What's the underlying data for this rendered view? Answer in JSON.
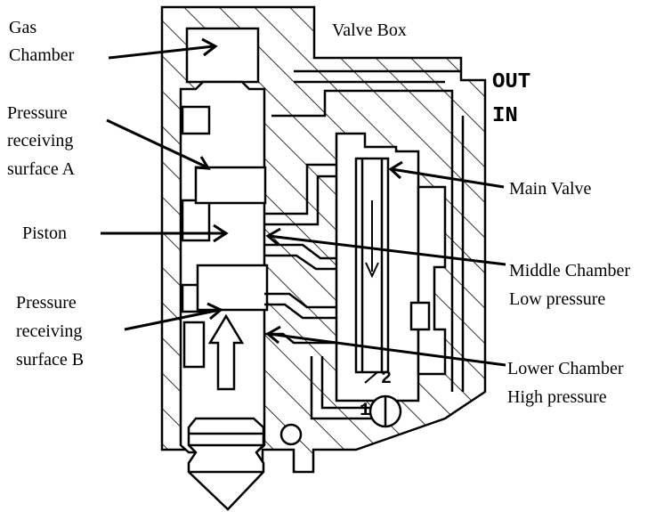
{
  "labels": {
    "gas_chamber_1": "Gas",
    "gas_chamber_2": "Chamber",
    "valve_box": "Valve Box",
    "out": "OUT",
    "in": "IN",
    "prs_a_1": "Pressure",
    "prs_a_2": "receiving",
    "prs_a_3": "surface  A",
    "main_valve": "Main Valve",
    "piston": "Piston",
    "middle_1": "Middle Chamber",
    "middle_2": "Low pressure",
    "prs_b_1": "Pressure",
    "prs_b_2": "receiving",
    "prs_b_3": "surface  B",
    "lower_1": "Lower Chamber",
    "lower_2": "High pressure",
    "port_2": "2",
    "port_1": "1"
  }
}
